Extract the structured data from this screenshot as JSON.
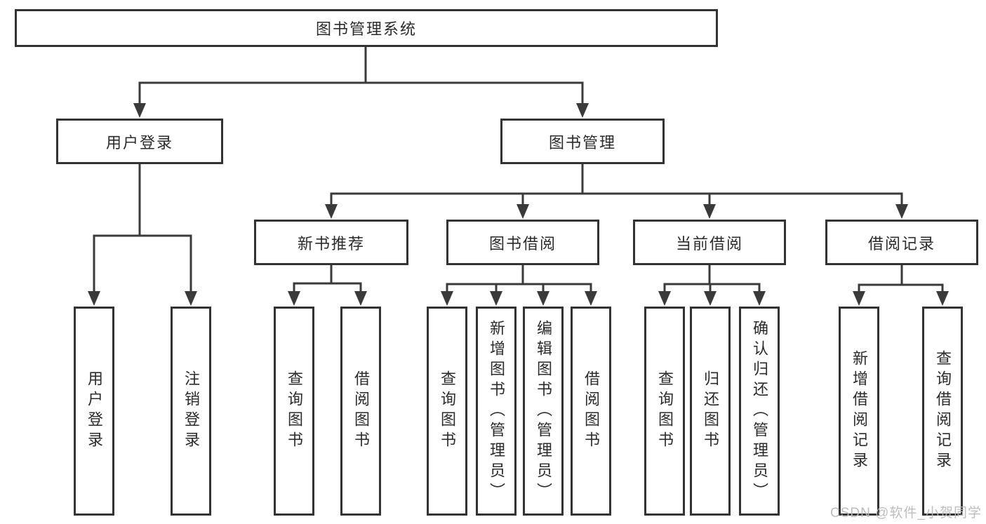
{
  "page": {
    "background": "#ffffff",
    "watermark": "CSDN @软件_小贺同学"
  },
  "colors": {
    "line": "#3a3a3a",
    "box_border": "#333333",
    "text": "#2b2b2b",
    "watermark": "#b9b9b9"
  },
  "root": {
    "label": "图书管理系统"
  },
  "level2": [
    {
      "id": "user-login",
      "label": "用户登录",
      "parent": "图书管理系统"
    },
    {
      "id": "book-management",
      "label": "图书管理",
      "parent": "图书管理系统"
    }
  ],
  "level3": [
    {
      "id": "new-book-recommend",
      "label": "新书推荐",
      "parent": "图书管理"
    },
    {
      "id": "book-borrow",
      "label": "图书借阅",
      "parent": "图书管理"
    },
    {
      "id": "current-borrow",
      "label": "当前借阅",
      "parent": "图书管理"
    },
    {
      "id": "borrow-records",
      "label": "借阅记录",
      "parent": "图书管理"
    }
  ],
  "leaves": [
    {
      "id": "leaf-user-login",
      "label": "用户登录",
      "parent": "用户登录"
    },
    {
      "id": "leaf-logout",
      "label": "注销登录",
      "parent": "用户登录"
    },
    {
      "id": "leaf-query-book-recommend",
      "label": "查询图书",
      "parent": "新书推荐"
    },
    {
      "id": "leaf-borrow-book-recommend",
      "label": "借阅图书",
      "parent": "新书推荐"
    },
    {
      "id": "leaf-query-book-borrow",
      "label": "查询图书",
      "parent": "图书借阅"
    },
    {
      "id": "leaf-add-book-admin",
      "label": "新增图书（管理员）",
      "parent": "图书借阅"
    },
    {
      "id": "leaf-edit-book-admin",
      "label": "编辑图书（管理员）",
      "parent": "图书借阅"
    },
    {
      "id": "leaf-borrow-book",
      "label": "借阅图书",
      "parent": "图书借阅"
    },
    {
      "id": "leaf-query-book-current",
      "label": "查询图书",
      "parent": "当前借阅"
    },
    {
      "id": "leaf-return-book",
      "label": "归还图书",
      "parent": "当前借阅"
    },
    {
      "id": "leaf-confirm-return-admin",
      "label": "确认归还（管理员）",
      "parent": "当前借阅"
    },
    {
      "id": "leaf-add-borrow-record",
      "label": "新增借阅记录",
      "parent": "借阅记录"
    },
    {
      "id": "leaf-query-borrow-record",
      "label": "查询借阅记录",
      "parent": "借阅记录"
    }
  ]
}
